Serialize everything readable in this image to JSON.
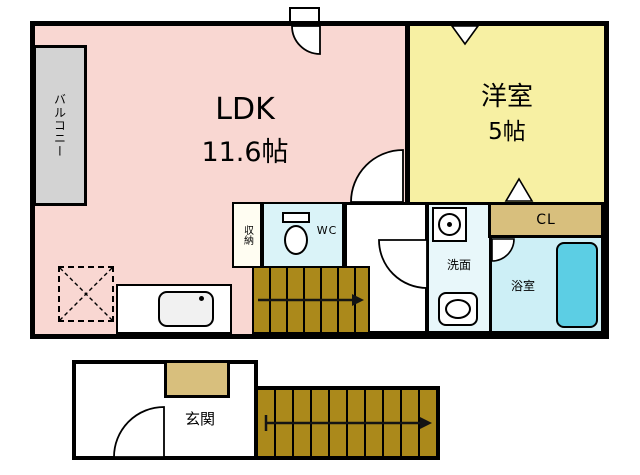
{
  "floorplan": {
    "upper_floor": {
      "balcony": {
        "label": "バルコニー"
      },
      "ldk": {
        "label": "LDK",
        "size": "11.6帖"
      },
      "western_room": {
        "label": "洋室",
        "size": "5帖"
      },
      "closet": {
        "label": "CL"
      },
      "storage": {
        "label": "収納"
      },
      "wc": {
        "label": "WC"
      },
      "washroom": {
        "label": "洗面"
      },
      "bathroom": {
        "label": "浴室"
      }
    },
    "lower_floor": {
      "entrance": {
        "label": "玄関"
      }
    },
    "colors": {
      "wall": "#000000",
      "ldk_pink": "#F9D7D2",
      "western_yellow": "#F7F0A3",
      "closet_tan": "#D8BF7D",
      "stairs_gold": "#AB891B",
      "balcony_gray": "#D3D3D3",
      "bathroom_cyan": "#CDEFF6",
      "bathtub_cyan": "#5CCEE4",
      "washroom_cyan": "#E8F7FA",
      "wc_cyan": "#DAF3F8"
    },
    "icons": {
      "toilet": "toilet-icon",
      "washing_machine": "washing-machine-icon",
      "sink": "sink-icon",
      "bathtub": "bathtub-icon",
      "kitchen_sink": "kitchen-sink-icon",
      "fridge_space": "fridge-space-icon",
      "door_swing": "door-arc-icon",
      "stairs_arrow": "stairs-direction-arrow-icon"
    }
  }
}
